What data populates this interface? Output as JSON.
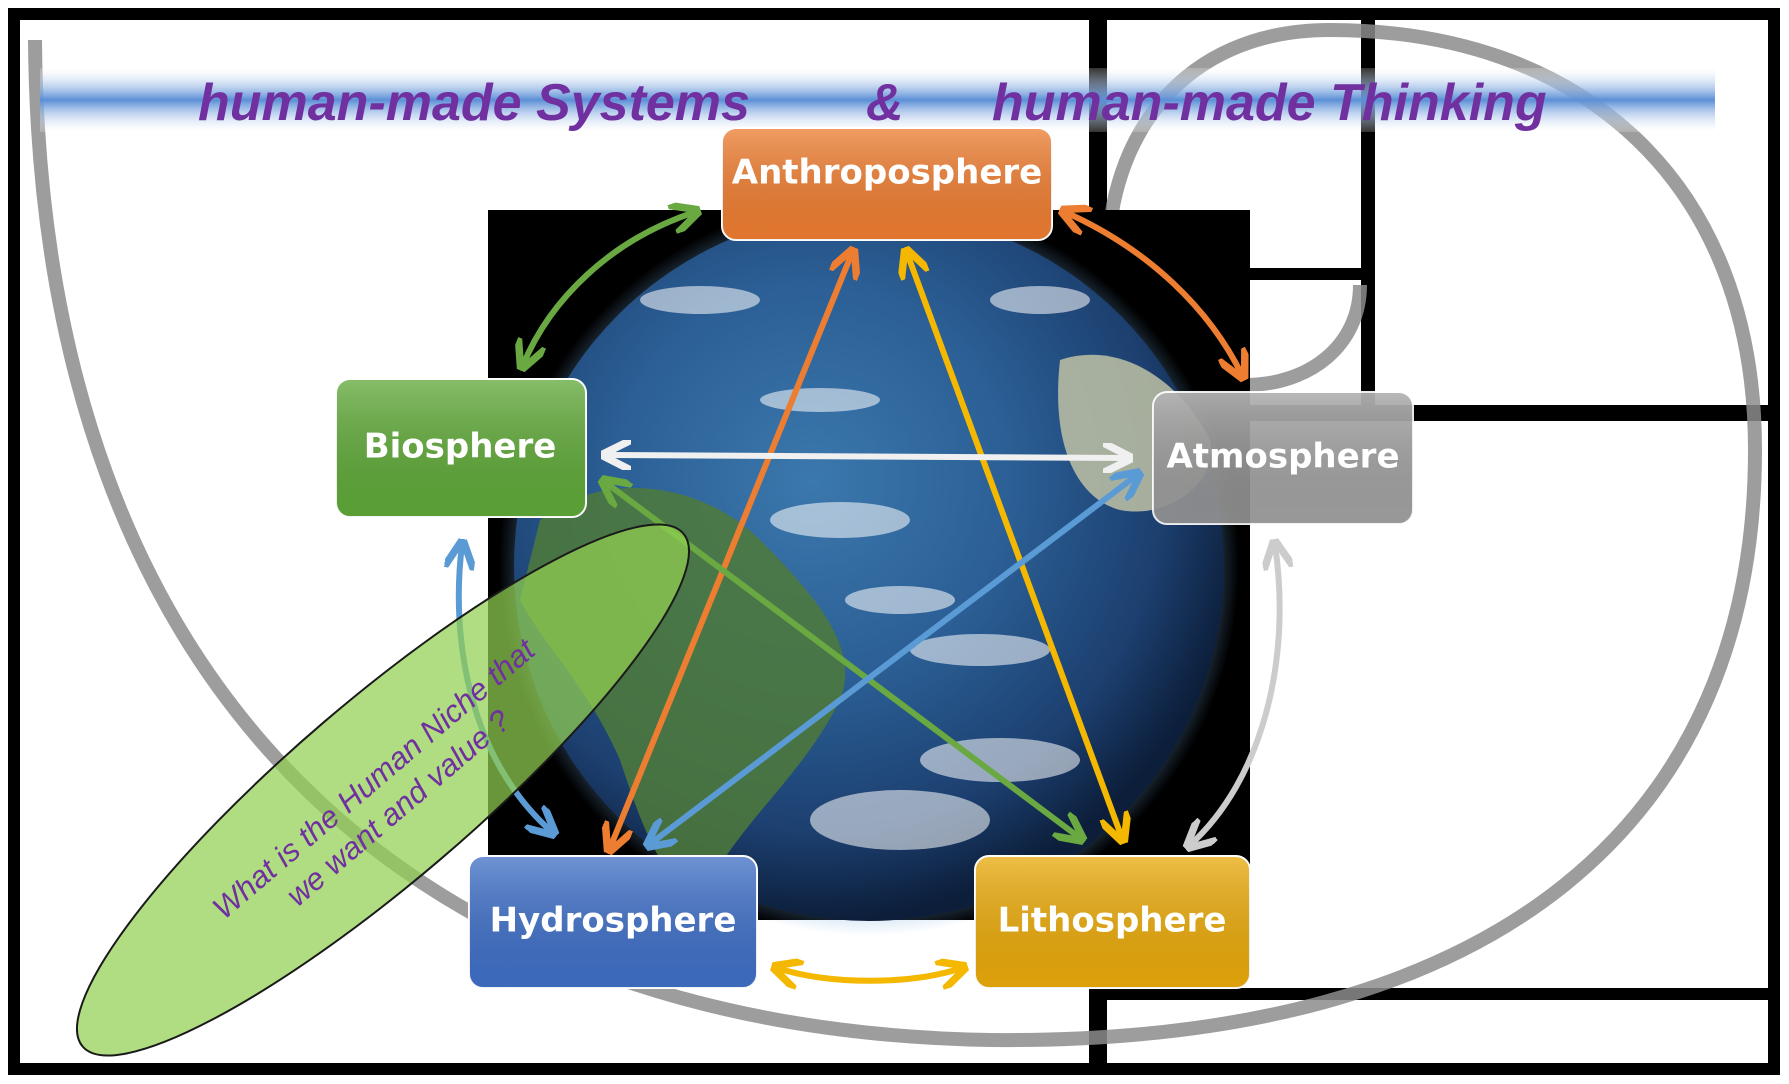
{
  "title": {
    "left": "human-made  Systems",
    "amp": "&",
    "right": "human-made Thinking"
  },
  "nodes": {
    "anthroposphere": {
      "label": "Anthroposphere",
      "color": "#ed7d31"
    },
    "biosphere": {
      "label": "Biosphere",
      "color": "#5fa838"
    },
    "atmosphere": {
      "label": "Atmosphere",
      "color": "#9a9a9a"
    },
    "hydrosphere": {
      "label": "Hydrosphere",
      "color": "#3f6fc6"
    },
    "lithosphere": {
      "label": "Lithosphere",
      "color": "#e8a90a"
    }
  },
  "question": {
    "line1": "What is the Human  Niche  that",
    "line2": "we want and value ?"
  },
  "colors": {
    "title_text": "#7030a0",
    "title_band": "#5b8fd6",
    "ellipse_fill": "#92d050",
    "orange_arrow": "#ed7d31",
    "green_arrow": "#6aa842",
    "white_arrow": "#f0f0f0",
    "blue_arrow": "#5b9bd5",
    "yellow_arrow": "#f5b800",
    "gray_arrow": "#cccccc",
    "golden_spiral": "#8c8c8c",
    "grid_lines": "#000000"
  }
}
